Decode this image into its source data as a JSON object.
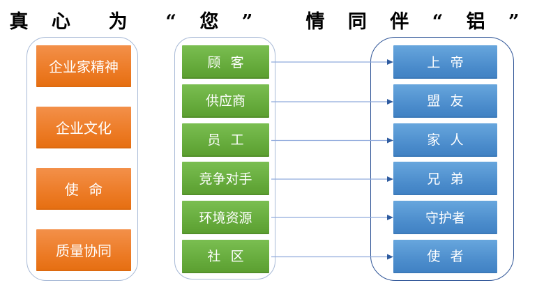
{
  "title": {
    "text": "真 心  为  “ 您 ”   情 同 伴 “ 铝 ”"
  },
  "columns": {
    "values": {
      "items": [
        "企业家精神",
        "企业文化",
        "使 命",
        "质量协同"
      ]
    },
    "stakeholders": {
      "items": [
        "顾 客",
        "供应商",
        "员 工",
        "竞争对手",
        "环境资源",
        "社 区"
      ]
    },
    "roles": {
      "items": [
        "上 帝",
        "盟 友",
        "家 人",
        "兄 弟",
        "守护者",
        "使 者"
      ]
    }
  },
  "connections": [
    {
      "from": "顾 客",
      "to": "上 帝"
    },
    {
      "from": "供应商",
      "to": "盟 友"
    },
    {
      "from": "员 工",
      "to": "家 人"
    },
    {
      "from": "竞争对手",
      "to": "兄 弟"
    },
    {
      "from": "环境资源",
      "to": "守护者"
    },
    {
      "from": "社 区",
      "to": "使 者"
    }
  ],
  "colors": {
    "orange_top": "#F3904A",
    "orange_bottom": "#E66F12",
    "green_top": "#7ABE51",
    "green_bottom": "#5C9F31",
    "blue_top": "#67A6DD",
    "blue_bottom": "#4182C4",
    "panel_border_light": "#A7B9D6",
    "panel_border_dark": "#2F5597",
    "arrow_line": "#8FAADC",
    "arrow_head": "#2E5B9F",
    "title_color": "#000000",
    "box_text": "#FFFFFF"
  }
}
